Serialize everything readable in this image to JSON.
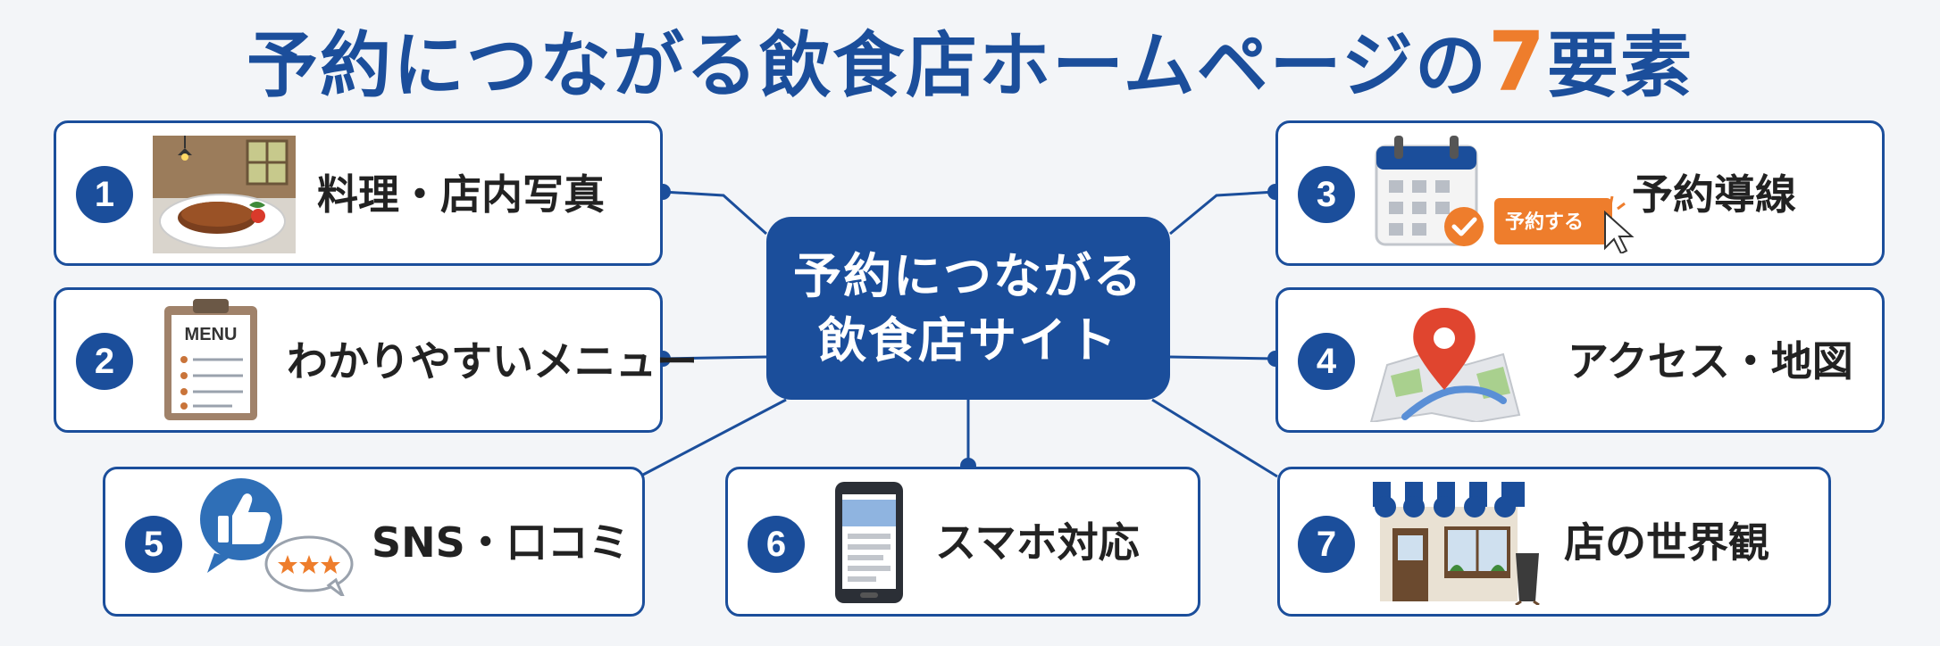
{
  "title": {
    "main": "予約につながる飲食店ホームページの",
    "count": "7",
    "suffix": "要素"
  },
  "hub": {
    "line1": "予約につながる",
    "line2": "飲食店サイト"
  },
  "items": [
    {
      "number": "1",
      "label": "料理・店内写真",
      "icon": "food-photo-icon"
    },
    {
      "number": "2",
      "label": "わかりやすいメニュー",
      "icon": "menu-clipboard-icon"
    },
    {
      "number": "3",
      "label": "予約導線",
      "icon": "calendar-reserve-icon",
      "button_text": "予約する"
    },
    {
      "number": "4",
      "label": "アクセス・地図",
      "icon": "map-pin-icon"
    },
    {
      "number": "5",
      "label": "SNS・口コミ",
      "icon": "thumbs-up-review-icon"
    },
    {
      "number": "6",
      "label": "スマホ対応",
      "icon": "smartphone-icon"
    },
    {
      "number": "7",
      "label": "店の世界観",
      "icon": "storefront-icon"
    }
  ],
  "menu_text": "MENU",
  "colors": {
    "primary": "#1b4e9b",
    "accent": "#ee7d2c",
    "background": "#f3f5f8"
  }
}
